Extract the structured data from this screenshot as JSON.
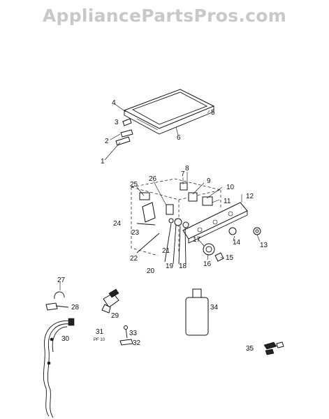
{
  "watermark": "AppliancePartsPros.com",
  "callouts": [
    "1",
    "2",
    "3",
    "4",
    "5",
    "6",
    "7",
    "8",
    "9",
    "10",
    "11",
    "12",
    "13",
    "14",
    "15",
    "16",
    "17",
    "18",
    "19",
    "20",
    "21",
    "22",
    "23",
    "24",
    "25",
    "26",
    "27",
    "28",
    "29",
    "30",
    "31",
    "32",
    "33",
    "34",
    "35"
  ],
  "small_label_31": "PF 10"
}
